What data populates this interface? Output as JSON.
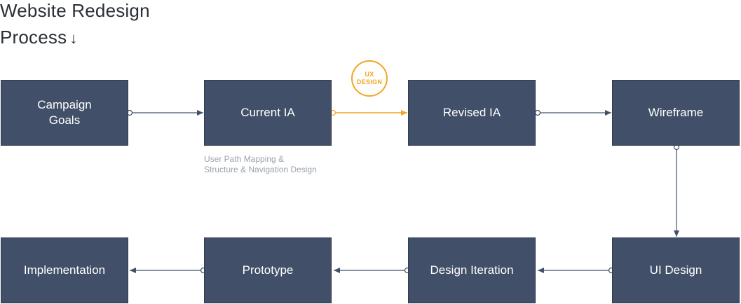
{
  "title": {
    "line1": "Website Redesign",
    "line2": "Process",
    "arrow_glyph": "↓"
  },
  "nodes": [
    {
      "line1": "Campaign",
      "line2": "Goals"
    },
    {
      "line1": "Current IA"
    },
    {
      "line1": "Revised IA"
    },
    {
      "line1": "Wireframe"
    },
    {
      "line1": "UI Design"
    },
    {
      "line1": "Design Iteration"
    },
    {
      "line1": "Prototype"
    },
    {
      "line1": "Implementation"
    }
  ],
  "note": {
    "line1": "User Path Mapping &",
    "line2": "Structure & Navigation Design"
  },
  "badge": {
    "line1": "UX",
    "line2": "DESIGN"
  },
  "colors": {
    "node_fill": "#415068",
    "connector": "#415068",
    "accent": "#f2a623",
    "note_text": "#9aa3ad"
  }
}
